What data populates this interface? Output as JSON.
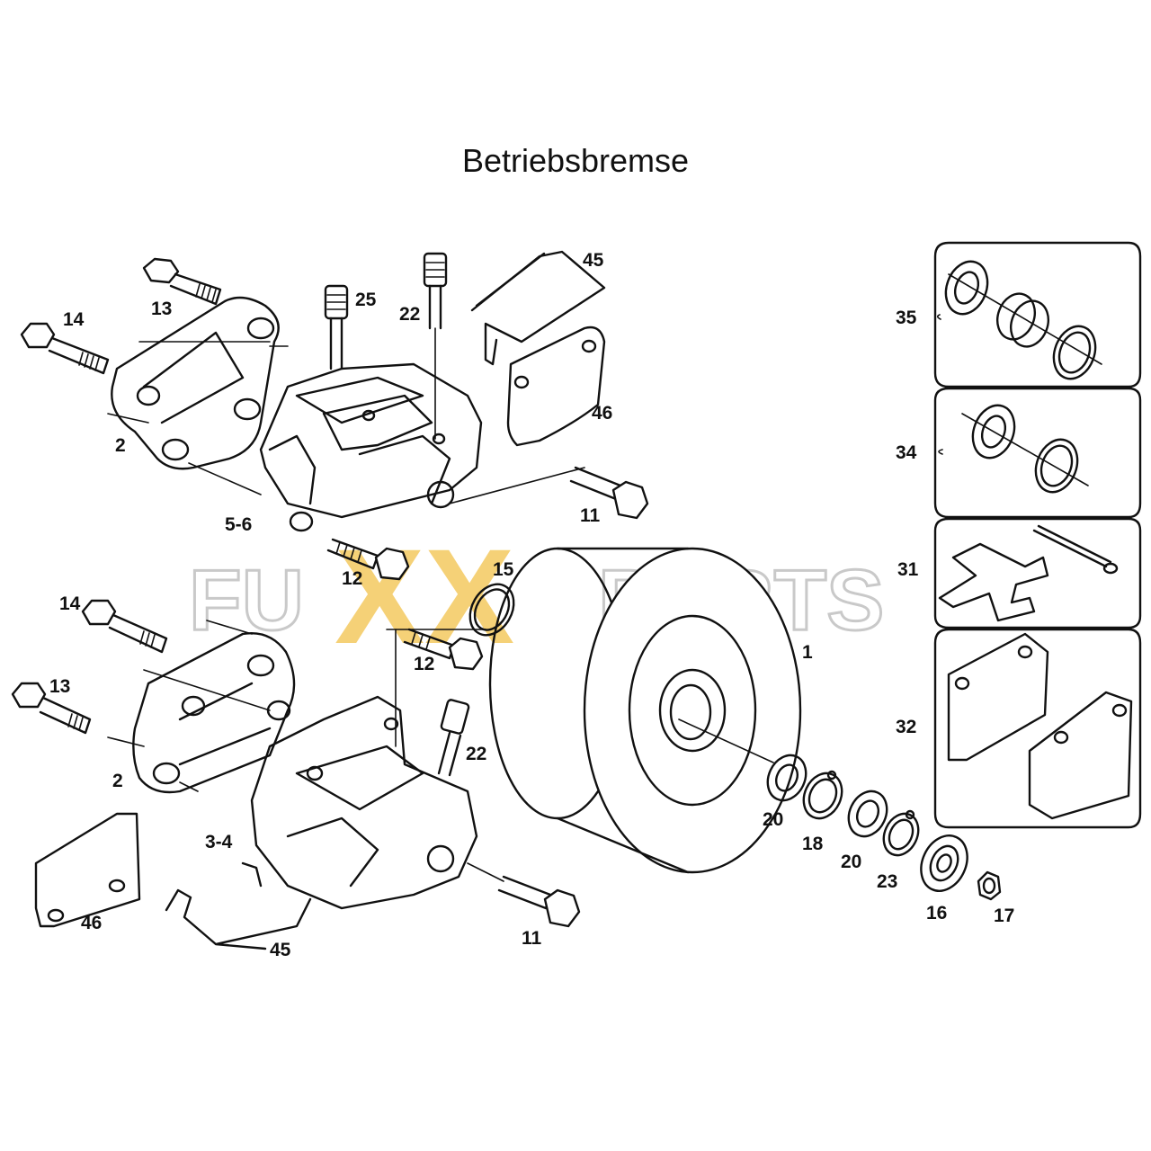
{
  "title": "Betriebsbremse",
  "watermark": {
    "left_text": "FU",
    "middle_text": "XX",
    "right_text": "PARTS",
    "accent_color": "#f2c24a",
    "outline_color": "#c9c9c9"
  },
  "labels": {
    "l13a": "13",
    "l14a": "14",
    "l2a": "2",
    "l25": "25",
    "l22a": "22",
    "l45a": "45",
    "l46a": "46",
    "l56": "5-6",
    "l12a": "12",
    "l11a": "11",
    "l15": "15",
    "l12b": "12",
    "l14b": "14",
    "l13b": "13",
    "l2b": "2",
    "l22b": "22",
    "l34b": "3-4",
    "l46b": "46",
    "l45b": "45",
    "l11b": "11",
    "l1": "1",
    "l20a": "20",
    "l18": "18",
    "l20b": "20",
    "l23": "23",
    "l16": "16",
    "l17": "17",
    "l35": "35",
    "l34": "34",
    "l31": "31",
    "l32": "32"
  }
}
